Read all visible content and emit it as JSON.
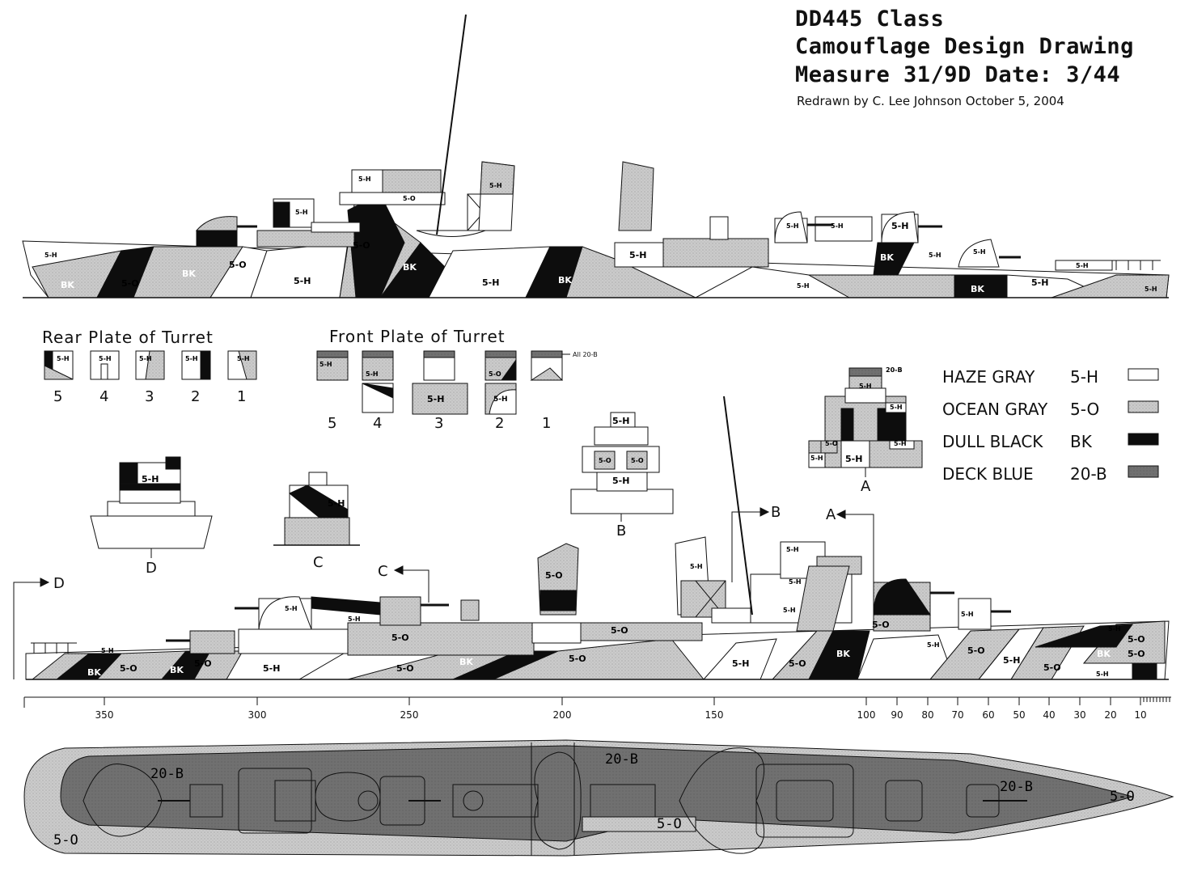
{
  "title": {
    "line1": "DD445 Class",
    "line2": "Camouflage Design Drawing",
    "line3": "Measure 31/9D Date: 3/44",
    "credit": "Redrawn by C. Lee Johnson October 5, 2004"
  },
  "legend": [
    {
      "name": "HAZE GRAY",
      "code": "5-H",
      "color": "#ffffff"
    },
    {
      "name": "OCEAN GRAY",
      "code": "5-O",
      "color": "#c8c8c8"
    },
    {
      "name": "DULL BLACK",
      "code": "BK",
      "color": "#0d0d0d"
    },
    {
      "name": "DECK BLUE",
      "code": "20-B",
      "color": "#6e6e6e"
    }
  ],
  "sections": {
    "rear_plate": "Rear Plate of Turret",
    "front_plate": "Front Plate of Turret",
    "rear_numbers": [
      "5",
      "4",
      "3",
      "2",
      "1"
    ],
    "front_numbers": [
      "5",
      "4",
      "3",
      "2",
      "1"
    ],
    "all_note": "All 20-B"
  },
  "callouts": {
    "a": "A",
    "b": "B",
    "c": "C",
    "d": "D"
  },
  "scale": {
    "labels": [
      "350",
      "300",
      "250",
      "200",
      "150",
      "100",
      "90",
      "80",
      "70",
      "60",
      "50",
      "40",
      "30",
      "20",
      "10"
    ]
  },
  "patch_labels": {
    "haze": "5-H",
    "ocean": "5-O",
    "black": "BK",
    "deck": "20-B"
  }
}
